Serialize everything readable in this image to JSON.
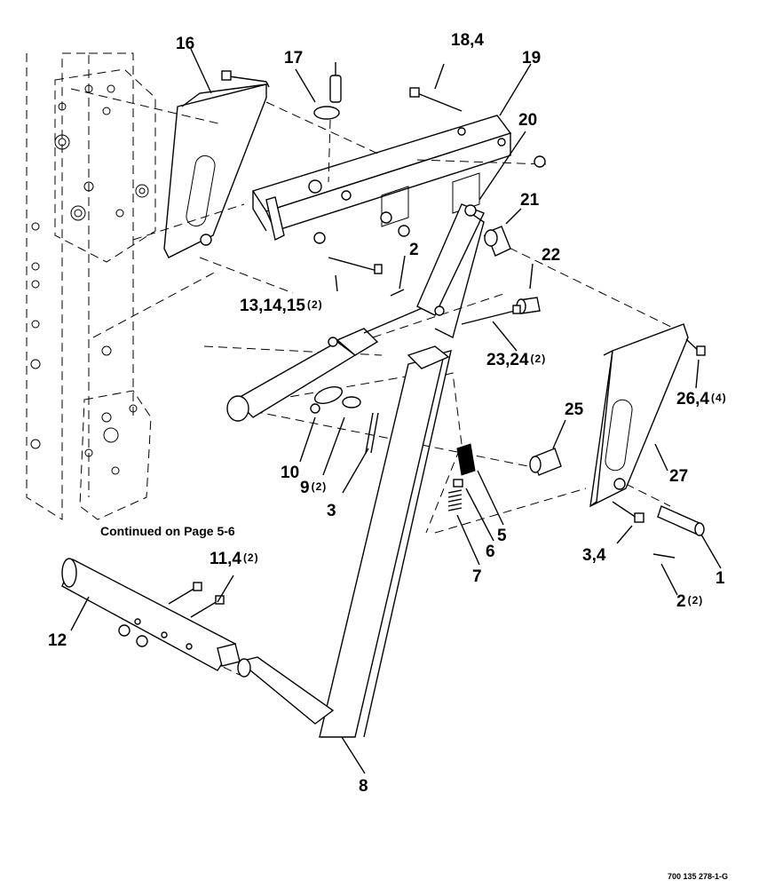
{
  "callouts": {
    "c16": {
      "label": "16",
      "qty": ""
    },
    "c17": {
      "label": "17",
      "qty": ""
    },
    "c18": {
      "label": "18,4",
      "qty": ""
    },
    "c19": {
      "label": "19",
      "qty": ""
    },
    "c20": {
      "label": "20",
      "qty": ""
    },
    "c21": {
      "label": "21",
      "qty": ""
    },
    "c22": {
      "label": "22",
      "qty": ""
    },
    "c2a": {
      "label": "2",
      "qty": ""
    },
    "c13": {
      "label": "13,14,15",
      "qty": "(2)"
    },
    "c23": {
      "label": "23,24",
      "qty": "(2)"
    },
    "c26": {
      "label": "26,4",
      "qty": "(4)"
    },
    "c25": {
      "label": "25",
      "qty": ""
    },
    "c27": {
      "label": "27",
      "qty": ""
    },
    "c10": {
      "label": "10",
      "qty": ""
    },
    "c9": {
      "label": "9",
      "qty": "(2)"
    },
    "c3a": {
      "label": "3",
      "qty": ""
    },
    "c5": {
      "label": "5",
      "qty": ""
    },
    "c6": {
      "label": "6",
      "qty": ""
    },
    "c7": {
      "label": "7",
      "qty": ""
    },
    "c34": {
      "label": "3,4",
      "qty": ""
    },
    "c1": {
      "label": "1",
      "qty": ""
    },
    "c2b": {
      "label": "2",
      "qty": "(2)"
    },
    "c11": {
      "label": "11,4",
      "qty": "(2)"
    },
    "c12": {
      "label": "12",
      "qty": ""
    },
    "c8": {
      "label": "8",
      "qty": ""
    }
  },
  "note": "Continued on Page 5-6",
  "reference": "700 135 278-1-G"
}
